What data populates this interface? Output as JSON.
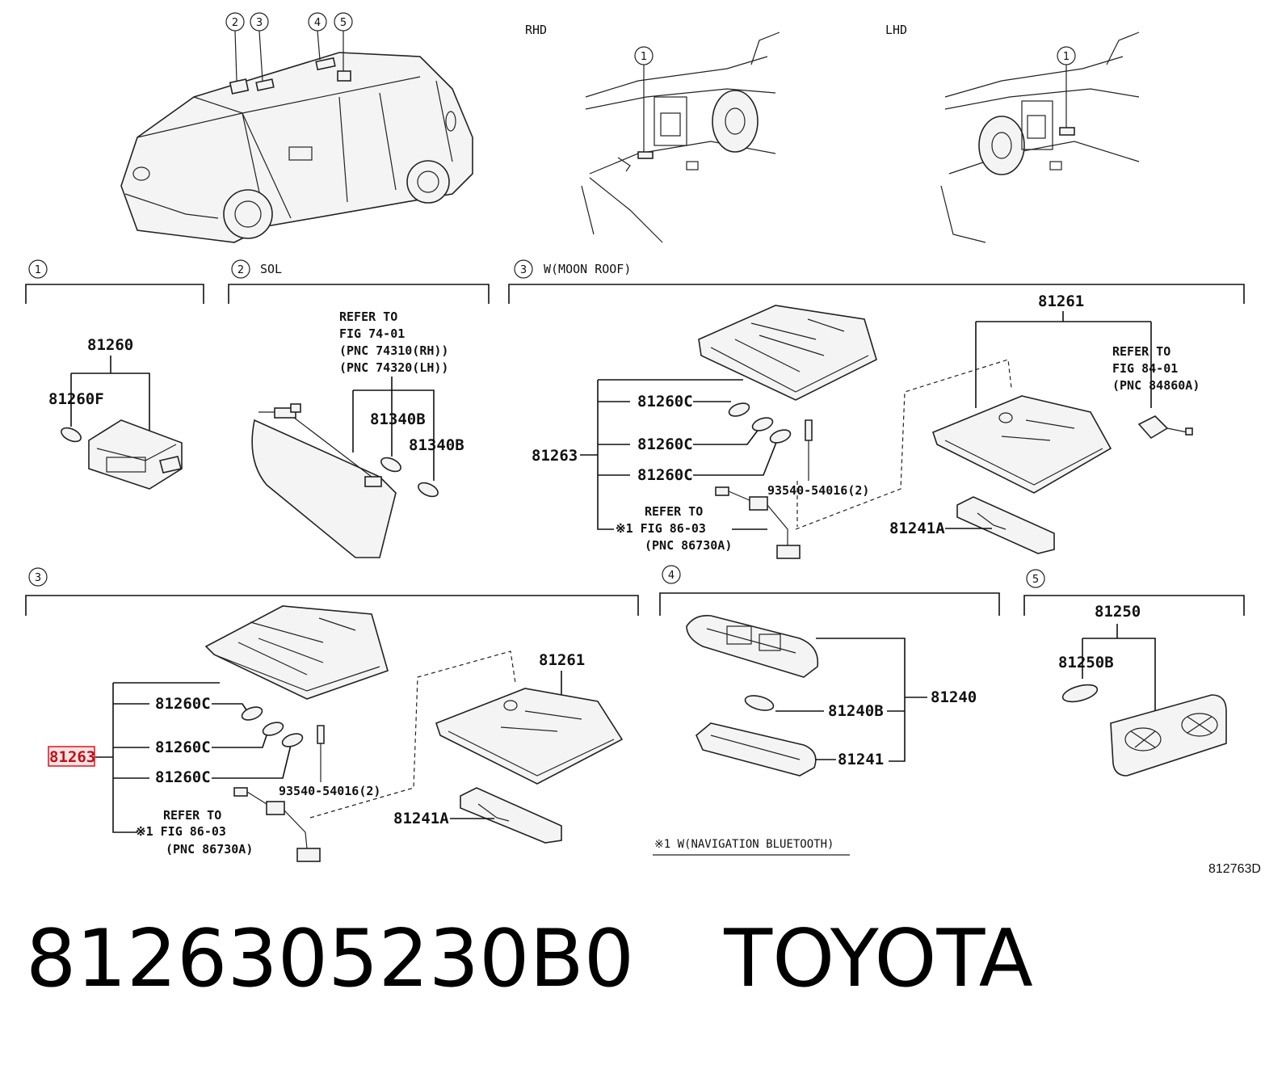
{
  "top_labels": {
    "rhd": "RHD",
    "lhd": "LHD"
  },
  "car_callouts": [
    "2",
    "3",
    "4",
    "5"
  ],
  "dash_callout_rhd": "1",
  "dash_callout_lhd": "1",
  "sections": {
    "s1": {
      "num": "1",
      "parts": {
        "lamp_assy": "81260",
        "bulb": "81260F"
      }
    },
    "s2": {
      "num": "2",
      "label": "SOL",
      "refer": [
        "REFER TO",
        "FIG 74-01",
        "(PNC 74310(RH))",
        "(PNC 74320(LH))"
      ],
      "parts": {
        "bulb_a": "81340B",
        "bulb_b": "81340B"
      }
    },
    "s3_moon": {
      "num": "3",
      "label": "W(MOON ROOF)",
      "parts": {
        "assy": "81263",
        "bulb1": "81260C",
        "bulb2": "81260C",
        "bulb3": "81260C",
        "screw": "93540-54016(2)",
        "housing": "81261",
        "lens": "81241A"
      },
      "refer_wire": [
        "REFER TO",
        "※1 FIG 86-03",
        "(PNC 86730A)"
      ],
      "refer_switch": [
        "REFER TO",
        "FIG 84-01",
        "(PNC 84860A)"
      ]
    },
    "s3_std": {
      "num": "3",
      "parts": {
        "assy": "81263",
        "bulb1": "81260C",
        "bulb2": "81260C",
        "bulb3": "81260C",
        "screw": "93540-54016(2)",
        "housing": "81261",
        "lens": "81241A"
      },
      "refer_wire": [
        "REFER TO",
        "※1 FIG 86-03",
        "(PNC 86730A)"
      ]
    },
    "s4": {
      "num": "4",
      "parts": {
        "assy": "81240",
        "bulb": "81240B",
        "lens": "81241"
      }
    },
    "s5": {
      "num": "5",
      "parts": {
        "assy": "81250",
        "bulb": "81250B"
      }
    }
  },
  "footnote": "※1 W(NAVIGATION BLUETOOTH)",
  "figure_code": "812763D",
  "footer": {
    "part_number": "8126305230B0",
    "brand": "TOYOTA"
  },
  "colors": {
    "highlight": "#e0202a",
    "highlight_fill": "#fbe3e4",
    "ink": "#111111"
  }
}
